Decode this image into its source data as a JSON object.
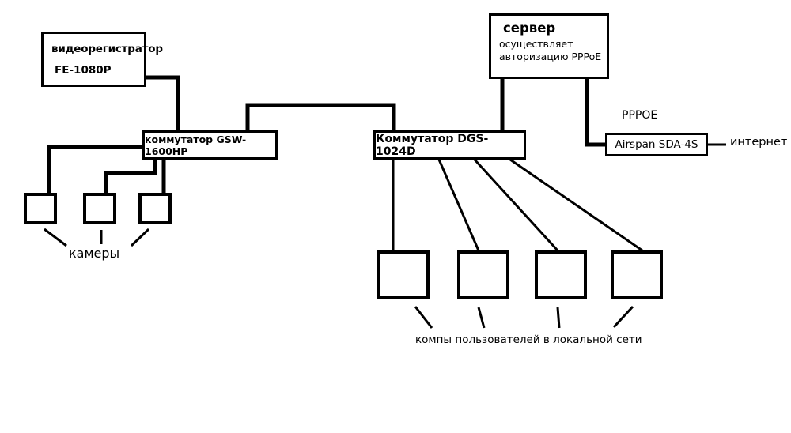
{
  "diagram": {
    "title": "Network topology diagram",
    "background_color": "#ffffff",
    "line_color": "#000000"
  },
  "nodes": {
    "dvr": {
      "name": "videoregistrator",
      "line1": "видеорегистратор",
      "line2": "FE-1080P"
    },
    "server": {
      "title": "сервер",
      "sub_line1": "осуществляет",
      "sub_line2": "авторизацию PPPoE"
    },
    "switch_gsw": {
      "label": "коммутатор GSW-1600HP"
    },
    "switch_dgs": {
      "label": "Коммутатор DGS-1024D"
    },
    "airspan": {
      "label": "Airspan SDA-4S"
    },
    "cameras": [
      {
        "id": "cam1",
        "label": ""
      },
      {
        "id": "cam2",
        "label": ""
      },
      {
        "id": "cam3",
        "label": ""
      }
    ],
    "computers": [
      {
        "id": "pc1",
        "label": ""
      },
      {
        "id": "pc2",
        "label": ""
      },
      {
        "id": "pc3",
        "label": ""
      },
      {
        "id": "pc4",
        "label": ""
      }
    ]
  },
  "labels": {
    "cameras_group": "камеры",
    "computers_group": "компы пользователей в локальной сети",
    "pppoe": "PPPOE",
    "internet": "интернет"
  }
}
